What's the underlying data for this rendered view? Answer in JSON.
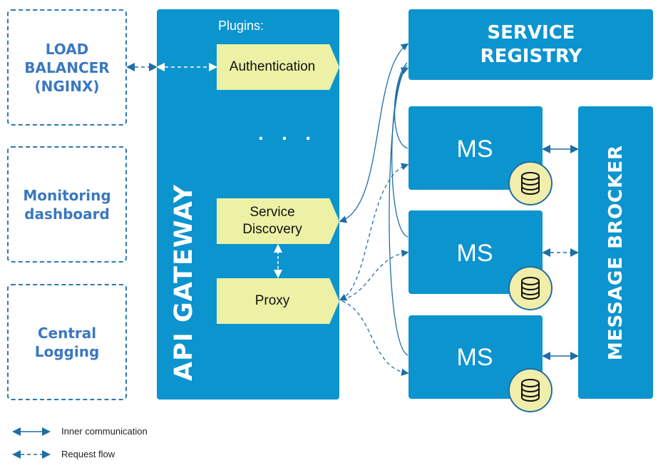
{
  "left_boxes": {
    "load_balancer": "LOAD\nBALANCER\n(NGINX)",
    "monitoring": "Monitoring\ndashboard",
    "logging": "Central\nLogging"
  },
  "gateway": {
    "title": "API GATEWAY",
    "plugins_title": "Plugins:",
    "ellipsis": "· · ·",
    "authentication": "Authentication",
    "service_discovery": "Service\nDiscovery",
    "proxy": "Proxy"
  },
  "service_registry": "SERVICE\nREGISTRY",
  "microservices": [
    "MS",
    "MS",
    "MS"
  ],
  "message_broker": "MESSAGE BROCKER",
  "legend": {
    "inner": "Inner communication",
    "request": "Request flow"
  },
  "colors": {
    "blue": "#0c94cf",
    "plugin_yellow": "#ecf1a6",
    "arrow": "#1f6ea5",
    "text_blue": "#3b78bf"
  },
  "icons": {
    "database": "database-icon"
  }
}
